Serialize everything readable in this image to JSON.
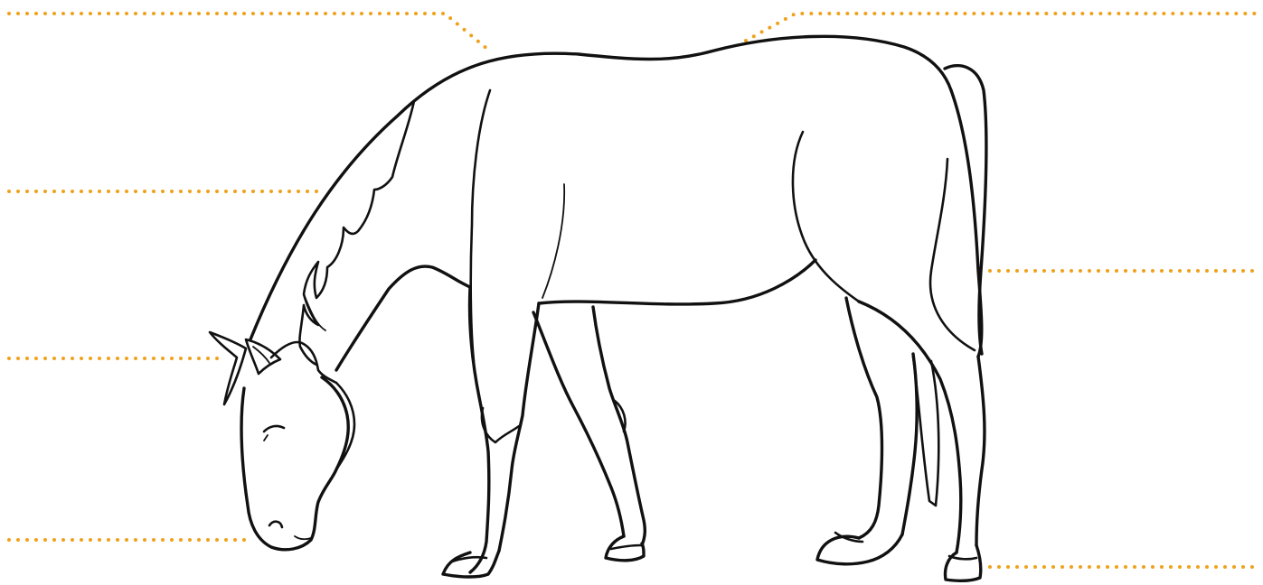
{
  "diagram": {
    "subject": "horse-grazing",
    "colors": {
      "leader": "#f0a11c",
      "outline": "#111111",
      "background": "#ffffff"
    },
    "callouts": [
      {
        "id": "callout-top-left",
        "label": ""
      },
      {
        "id": "callout-top-right",
        "label": ""
      },
      {
        "id": "callout-mane",
        "label": ""
      },
      {
        "id": "callout-ears",
        "label": ""
      },
      {
        "id": "callout-muzzle",
        "label": ""
      },
      {
        "id": "callout-tail",
        "label": ""
      },
      {
        "id": "callout-hoof",
        "label": ""
      }
    ]
  }
}
